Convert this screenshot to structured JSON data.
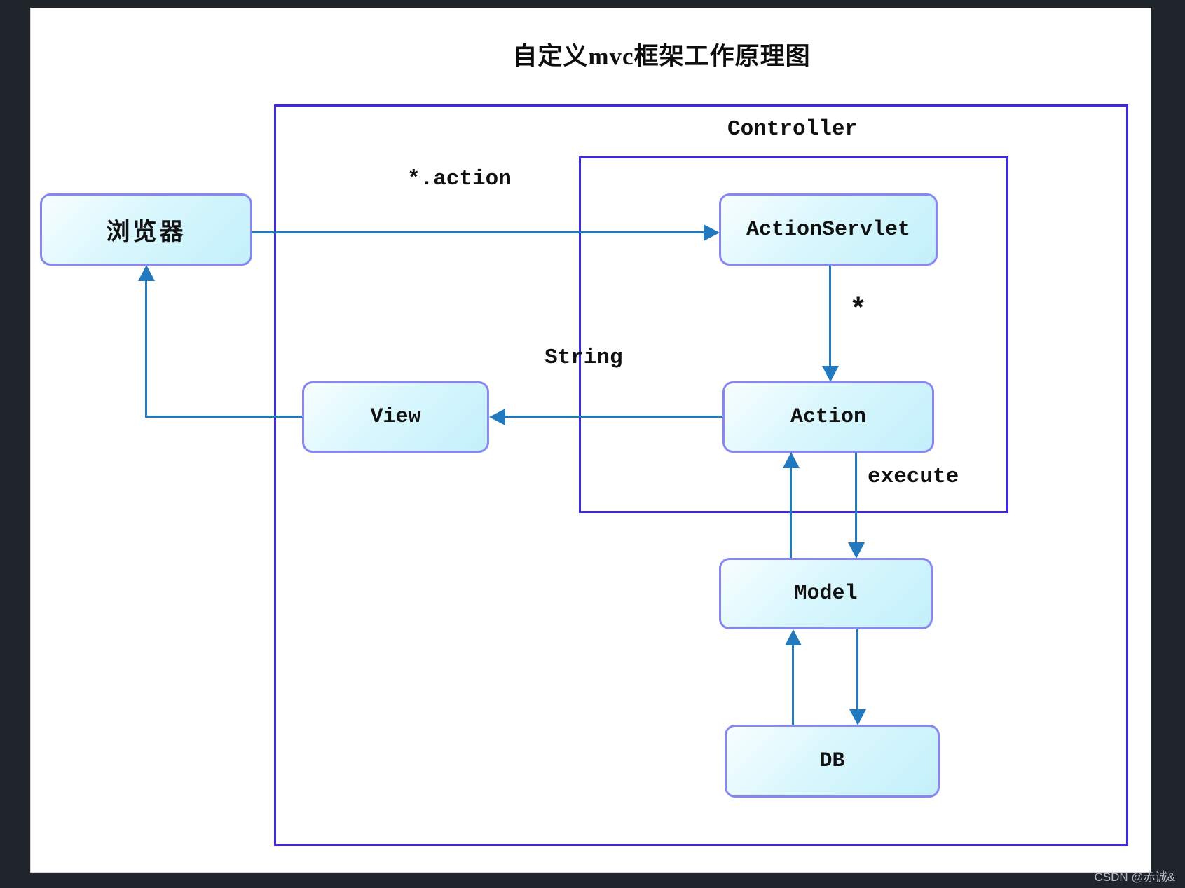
{
  "title": "自定义mvc框架工作原理图",
  "watermark": "CSDN @赤诚&",
  "frame": {
    "label": "Controller"
  },
  "nodes": {
    "browser": {
      "label": "浏览器"
    },
    "action_servlet": {
      "label": "ActionServlet"
    },
    "view": {
      "label": "View"
    },
    "action": {
      "label": "Action"
    },
    "model": {
      "label": "Model"
    },
    "db": {
      "label": "DB"
    }
  },
  "edges": {
    "browser_to_actionservlet": {
      "label": "*.action"
    },
    "actionservlet_to_action": {
      "label": "*"
    },
    "action_to_view": {
      "label": "String"
    },
    "action_to_model": {
      "label": "execute"
    }
  },
  "colors": {
    "background": "#20242b",
    "canvas": "#ffffff",
    "frame_border": "#3c28e6",
    "node_border": "#8886f2",
    "node_fill_start": "#f8feff",
    "node_fill_end": "#c3f0fb",
    "arrow": "#2279bd",
    "text": "#111111",
    "watermark_text": "#b7bcc6"
  }
}
